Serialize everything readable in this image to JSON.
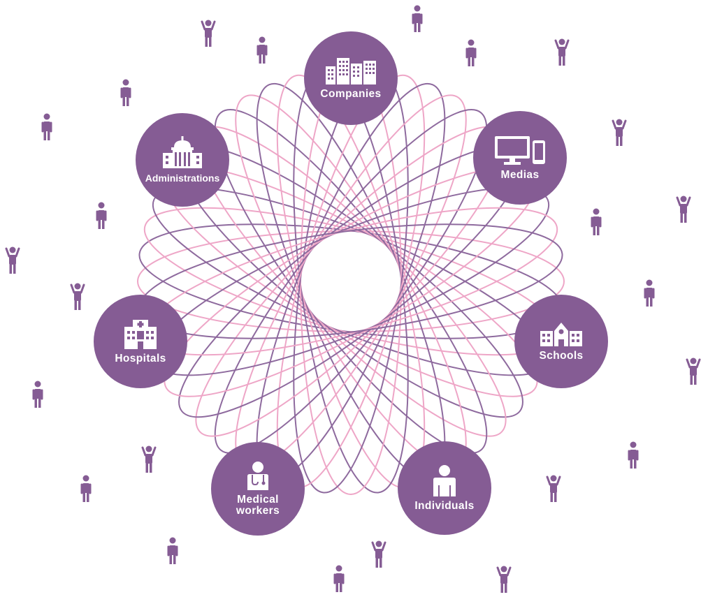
{
  "colors": {
    "primary": "#855C94",
    "petal_pink": "#EEA6C7",
    "petal_purple": "#8E6A9E",
    "icon_fill": "#ffffff"
  },
  "nodes": [
    {
      "id": "companies",
      "label": "Companies",
      "icon": "office-buildings-icon"
    },
    {
      "id": "medias",
      "label": "Medias",
      "icon": "monitor-phone-icon"
    },
    {
      "id": "schools",
      "label": "Schools",
      "icon": "school-building-icon"
    },
    {
      "id": "individuals",
      "label": "Individuals",
      "icon": "person-icon"
    },
    {
      "id": "medical_workers",
      "label": "Medical\nworkers",
      "icon": "doctor-stethoscope-icon"
    },
    {
      "id": "hospitals",
      "label": "Hospitals",
      "icon": "hospital-icon"
    },
    {
      "id": "administrations",
      "label": "Administrations",
      "icon": "government-building-icon"
    }
  ],
  "people": [
    {
      "pose": "raised"
    },
    {
      "pose": "standing"
    },
    {
      "pose": "standing"
    },
    {
      "pose": "standing"
    },
    {
      "pose": "raised"
    },
    {
      "pose": "standing"
    },
    {
      "pose": "standing"
    },
    {
      "pose": "raised"
    },
    {
      "pose": "standing"
    },
    {
      "pose": "raised"
    },
    {
      "pose": "raised"
    },
    {
      "pose": "standing"
    },
    {
      "pose": "raised"
    },
    {
      "pose": "standing"
    },
    {
      "pose": "raised"
    },
    {
      "pose": "standing"
    },
    {
      "pose": "raised"
    },
    {
      "pose": "standing"
    },
    {
      "pose": "standing"
    },
    {
      "pose": "raised"
    },
    {
      "pose": "standing"
    },
    {
      "pose": "raised"
    },
    {
      "pose": "standing"
    },
    {
      "pose": "raised"
    },
    {
      "pose": "standing"
    },
    {
      "pose": "raised"
    },
    {
      "pose": "standing"
    },
    {
      "pose": "standing"
    }
  ]
}
